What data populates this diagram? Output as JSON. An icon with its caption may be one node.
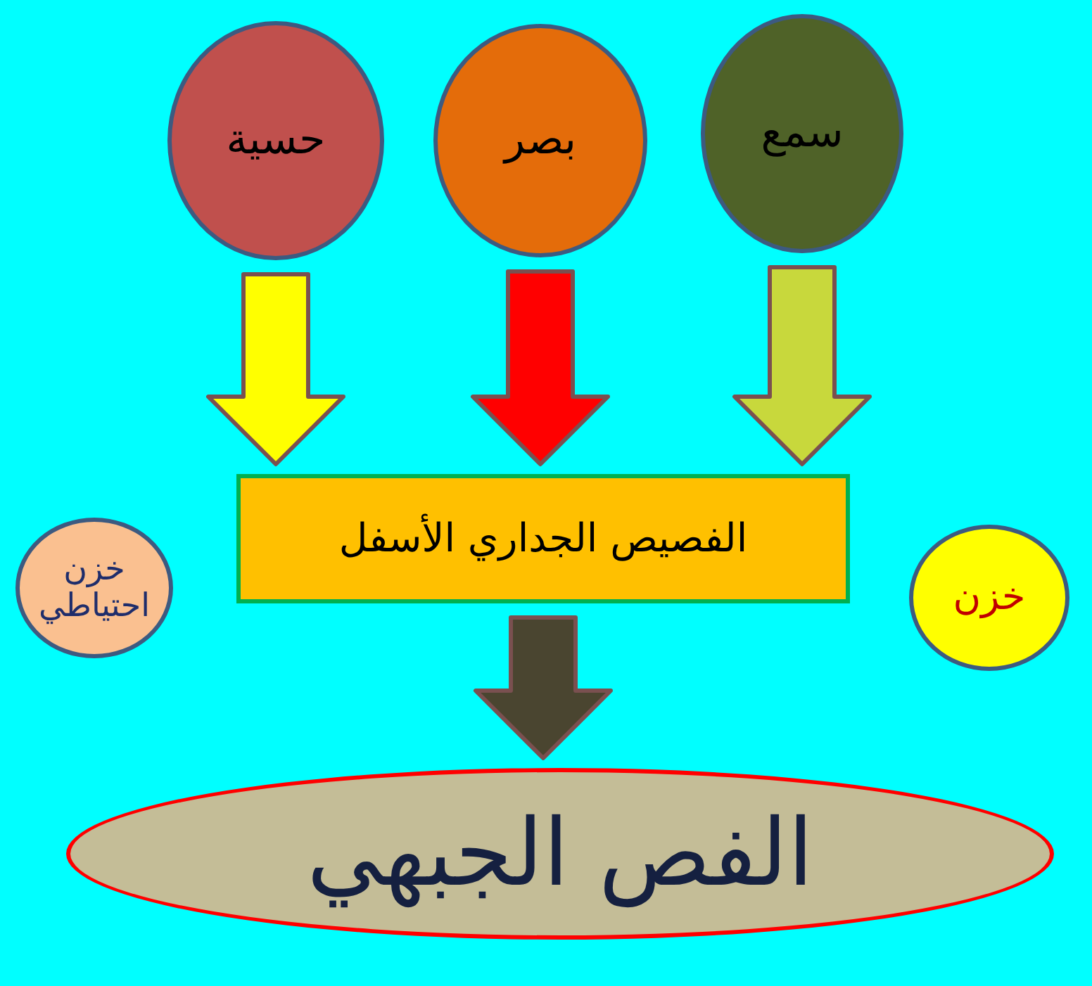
{
  "diagram": {
    "nodes": [
      {
        "text": [
          "حسية"
        ]
      },
      {
        "text": [
          "بصر"
        ]
      },
      {
        "text": [
          "سمع"
        ]
      },
      {
        "text": [
          "الفصيص الجداري الأسفل"
        ]
      },
      {
        "text": [
          "خزن احتياطي"
        ]
      },
      {
        "text": [
          "خزن"
        ]
      },
      {
        "text": [
          "الفص الجبهي"
        ]
      }
    ],
    "edges": [
      {
        "from": 0,
        "to": 3,
        "arrow": "to",
        "color": "#ffff00"
      },
      {
        "from": 1,
        "to": 3,
        "arrow": "to",
        "color": "#ff0000"
      },
      {
        "from": 2,
        "to": 3,
        "arrow": "to",
        "color": "#c8d83c"
      },
      {
        "from": 3,
        "to": 6,
        "arrow": "to",
        "color": "#4a4530"
      }
    ]
  }
}
